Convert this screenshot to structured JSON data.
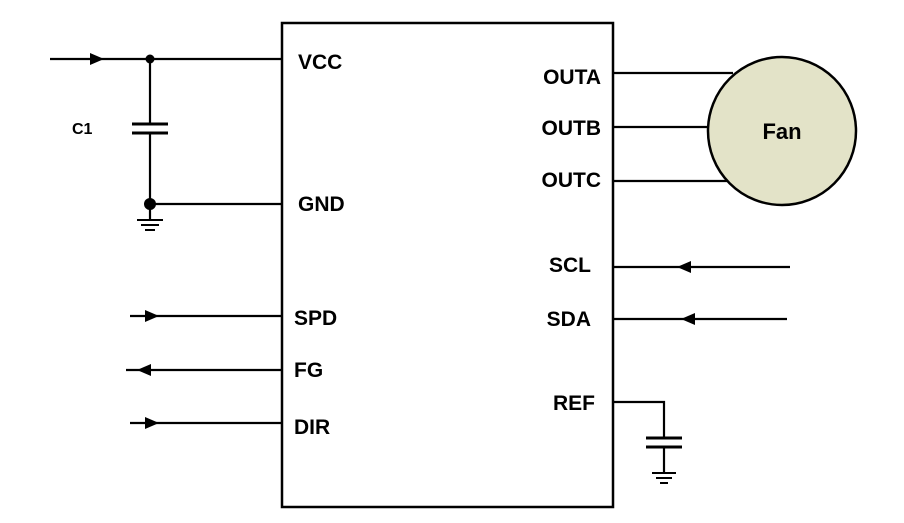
{
  "chip": {
    "left_pins": [
      "VCC",
      "GND",
      "SPD",
      "FG",
      "DIR"
    ],
    "right_pins": [
      "OUTA",
      "OUTB",
      "OUTC",
      "SCL",
      "SDA",
      "REF"
    ]
  },
  "capacitor_label": "C1",
  "fan": {
    "label": "Fan",
    "fill": "#e3e3c8"
  }
}
